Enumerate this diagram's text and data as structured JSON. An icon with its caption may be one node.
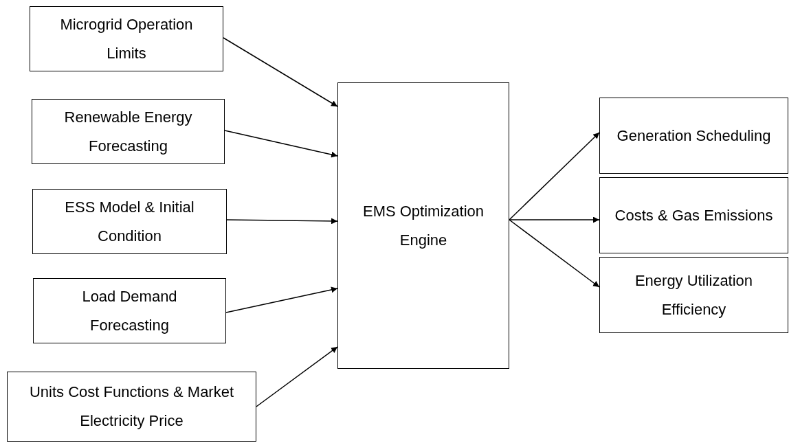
{
  "diagram": {
    "nodes": [
      {
        "text": [
          "Microgrid Operation Limits"
        ]
      },
      {
        "text": [
          "Renewable Energy Forecasting"
        ]
      },
      {
        "text": [
          "ESS Model & Initial Condition"
        ]
      },
      {
        "text": [
          "Load Demand Forecasting"
        ]
      },
      {
        "text": [
          "Units Cost Functions & Market Electricity Price"
        ]
      },
      {
        "text": [
          "EMS Optimization Engine"
        ]
      },
      {
        "text": [
          "Generation Scheduling"
        ]
      },
      {
        "text": [
          "Costs & Gas Emissions"
        ]
      },
      {
        "text": [
          "Energy Utilization Efficiency"
        ]
      }
    ],
    "edges": [
      {
        "from": 0,
        "to": 5,
        "arrow": "to"
      },
      {
        "from": 1,
        "to": 5,
        "arrow": "to"
      },
      {
        "from": 2,
        "to": 5,
        "arrow": "to"
      },
      {
        "from": 3,
        "to": 5,
        "arrow": "to"
      },
      {
        "from": 4,
        "to": 5,
        "arrow": "to"
      },
      {
        "from": 5,
        "to": 6,
        "arrow": "to"
      },
      {
        "from": 5,
        "to": 7,
        "arrow": "to"
      },
      {
        "from": 5,
        "to": 8,
        "arrow": "to"
      }
    ]
  }
}
